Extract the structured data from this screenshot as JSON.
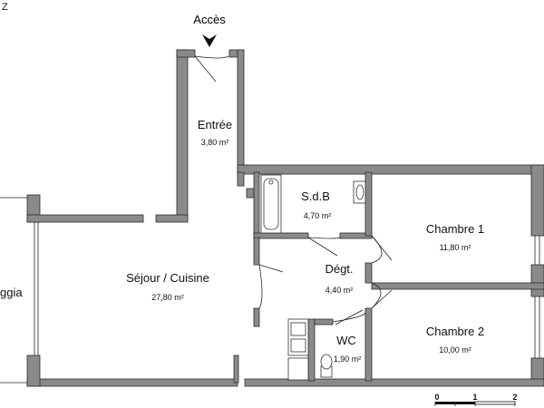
{
  "plan": {
    "access_label": "Accès",
    "balcony_label": "ggia",
    "corner_mark": "Z",
    "rooms": [
      {
        "id": "entree",
        "name": "Entrée",
        "area": "3,80 m²"
      },
      {
        "id": "sdb",
        "name": "S.d.B",
        "area": "4,70 m²"
      },
      {
        "id": "chambre1",
        "name": "Chambre 1",
        "area": "11,80 m²"
      },
      {
        "id": "sejour",
        "name": "Séjour / Cuisine",
        "area": "27,80 m²"
      },
      {
        "id": "degt",
        "name": "Dégt.",
        "area": "4,40 m²"
      },
      {
        "id": "wc",
        "name": "WC",
        "area": "1,90 m²"
      },
      {
        "id": "chambre2",
        "name": "Chambre 2",
        "area": "10,00 m²"
      }
    ],
    "scale": {
      "ticks": [
        "0",
        "1",
        "2"
      ]
    }
  }
}
